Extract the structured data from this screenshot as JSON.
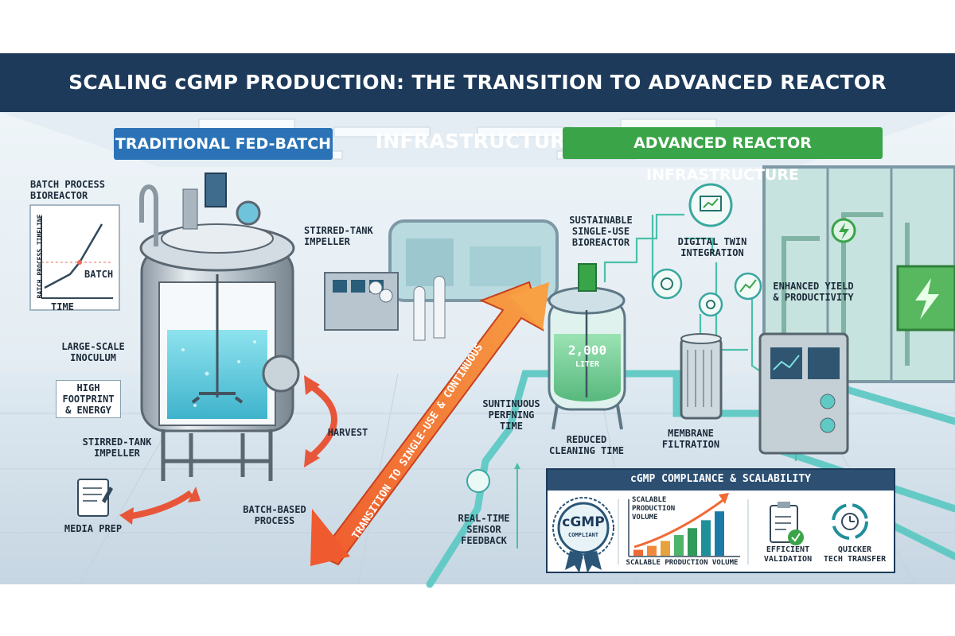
{
  "title": "SCALING cGMP PRODUCTION: THE TRANSITION TO ADVANCED REACTOR INFRASTRUCTURE",
  "sections": {
    "traditional": "TRADITIONAL FED-BATCH",
    "advanced": "ADVANCED REACTOR INFRASTRUCTURE"
  },
  "colors": {
    "banner": "#1d3a5a",
    "traditional": "#2b73b6",
    "advanced": "#3aa448",
    "arrow": "#f06a35",
    "pipe": "#5fc9c4"
  },
  "traditional_labels": {
    "batch_process_bioreactor": "BATCH PROCESS\nBIOREACTOR",
    "batch": "BATCH",
    "time": "TIME",
    "timeline_axis": "BATCH PROCESS TIMELINE",
    "stirred_tank_top": "STIRRED-TANK\nIMPELLER",
    "large_scale_inoculum": "LARGE-SCALE\nINOCULUM",
    "high_footprint": "HIGH\nFOOTPRINT\n& ENERGY",
    "stirred_tank_bottom": "STIRRED-TANK\nIMPELLER",
    "harvest": "HARVEST",
    "batch_based_process": "BATCH-BASED\nPROCESS",
    "media_prep": "MEDIA PREP"
  },
  "transition_arrow": "TRANSITION TO SINGLE-USE & CONTINUOUS",
  "advanced_labels": {
    "sustainable_sub": "SUSTAINABLE\nSINGLE-USE\nBIOREACTOR",
    "tank_volume": "2,000",
    "tank_unit": "LITER",
    "digital_twin": "DIGITAL TWIN\nINTEGRATION",
    "enhanced_yield": "ENHANCED YIELD\n& PRODUCTIVITY",
    "suntinuous": "SUNTINUOUS\nPERFNING\nTIME",
    "reduced_cleaning": "REDUCED\nCLEANING TIME",
    "membrane_filtration": "MEMBRANE\nFILTRATION",
    "real_time_sensor": "REAL-TIME\nSENSOR\nFEEDBACK"
  },
  "compliance": {
    "title": "cGMP COMPLIANCE & SCALABILITY",
    "seal_main": "cGMP",
    "seal_sub": "COMPLIANT",
    "chart_top": "SCALABLE\nPRODUCTION\nVOLUME",
    "chart_bottom": "SCALABLE PRODUCTION VOLUME",
    "efficient_validation": "EFFICIENT\nVALIDATION",
    "quicker_tech_transfer": "QUICKER\nTECH TRANSFER",
    "bar_levels": [
      0.12,
      0.2,
      0.3,
      0.42,
      0.56,
      0.72,
      0.9
    ]
  }
}
